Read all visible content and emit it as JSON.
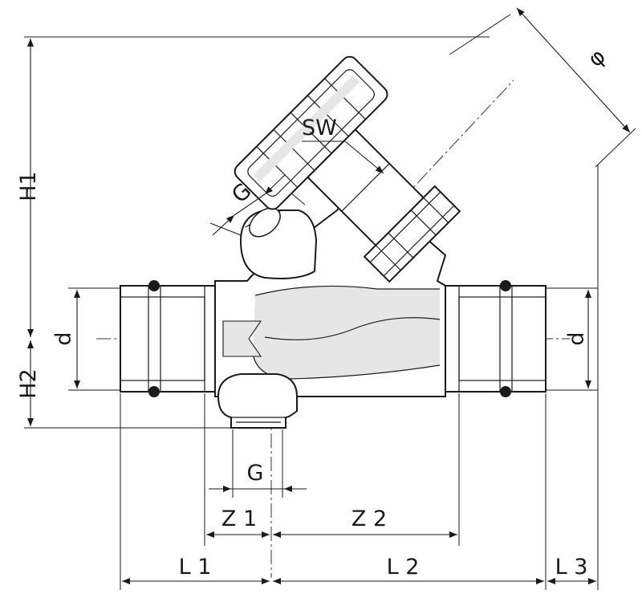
{
  "labels": {
    "sw": "SW",
    "g_top": "G",
    "g_bottom": "G",
    "phi": "φ",
    "h1": "H1",
    "h2": "H2",
    "d_left": "d",
    "d_right": "d",
    "z1": "Z 1",
    "z2": "Z 2",
    "l1": "L 1",
    "l2": "L 2",
    "l3": "L 3"
  }
}
